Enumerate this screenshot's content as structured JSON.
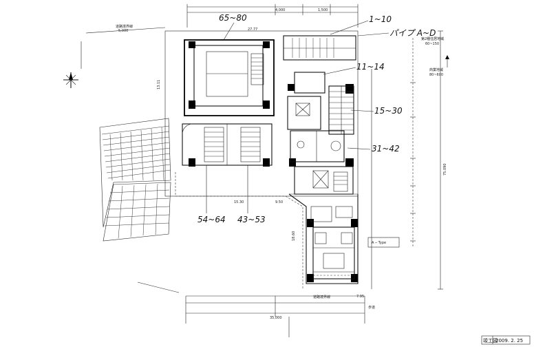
{
  "annotations": {
    "range_65_80": "65~80",
    "range_1_10": "1~10",
    "pipe_a_d": "パイプ A~D",
    "range_11_14": "11~14",
    "range_15_30": "15~30",
    "range_31_42": "31~42",
    "range_54_64": "54~64",
    "range_43_53": "43~53"
  },
  "labels": {
    "road_line_left": "道路境界線",
    "road_width_left": "5,000",
    "road_line_right": "第2種住居地域",
    "road_width_right": "60~150",
    "road_line_right2": "商業地域",
    "road_width_right2": "80~600",
    "road_boundary_bottom": "道路境界線",
    "sidewalk": "歩道",
    "dim_top_a": "27.77",
    "dim_top_b": "4,000",
    "dim_top_c": "1,500",
    "dim_left": "13.11",
    "dim_right": "75.090",
    "dim_mid": "15.30",
    "dim_mid_b": "9.50",
    "dim_bottom_a": "7.95",
    "dim_bottom_total": "35,000",
    "dim_vertical_mid": "18.60",
    "room_a_type": "A ─ Type",
    "stamp": "竣工図",
    "date": "2009. 2. 25"
  }
}
